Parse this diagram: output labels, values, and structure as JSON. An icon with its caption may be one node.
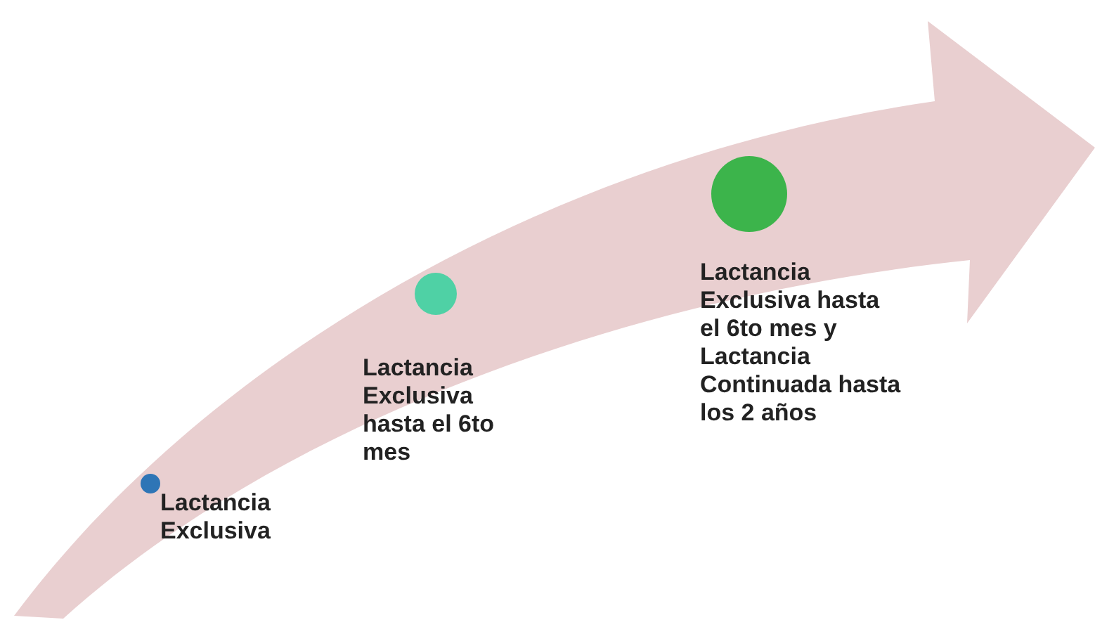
{
  "diagram": {
    "nodes": [
      {
        "text": [],
        "shape": "circle",
        "beside": [
          "Lactancia Exclusiva"
        ]
      },
      {
        "text": [],
        "shape": "circle",
        "beside": [
          "Lactancia Exclusiva hasta el 6to mes"
        ]
      },
      {
        "text": [],
        "shape": "circle",
        "beside": [
          "Lactancia Exclusiva hasta el 6to mes y Lactancia Continuada hasta los 2 años"
        ]
      }
    ]
  }
}
